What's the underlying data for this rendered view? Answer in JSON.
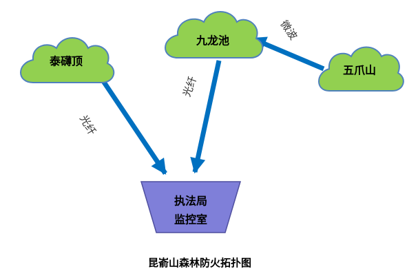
{
  "colors": {
    "cloud_fill": "#92D050",
    "cloud_stroke": "#4F81BD",
    "arrow": "#0070C0",
    "center_fill": "#7F7FD9",
    "center_stroke": "#4F4F9F"
  },
  "nodes": {
    "taimoding": "泰礴顶",
    "jiulongchi": "九龙池",
    "wuzhuashan": "五爪山",
    "center_line1": "执法局",
    "center_line2": "监控室"
  },
  "links": {
    "fiber_left": "光纤",
    "fiber_mid": "光纤",
    "microwave": "微波"
  },
  "caption": "昆嵛山森林防火拓扑图"
}
